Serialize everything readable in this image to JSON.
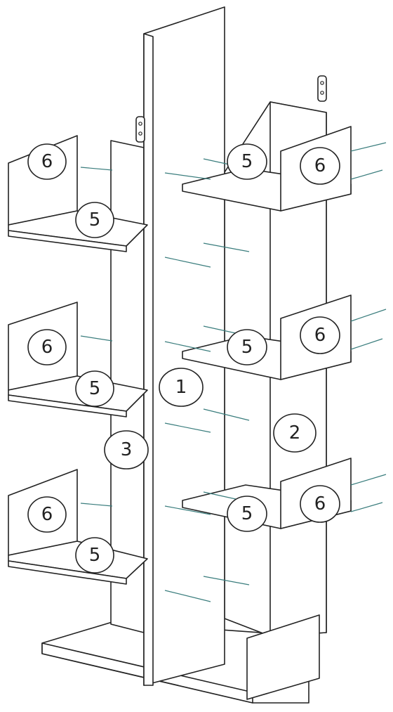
{
  "callouts": {
    "part_1": "1",
    "part_2": "2",
    "part_3": "3",
    "part_5": "5",
    "part_6": "6"
  },
  "colors": {
    "line": "#222222",
    "dowel": "#3a7d7d",
    "background": "#ffffff"
  }
}
